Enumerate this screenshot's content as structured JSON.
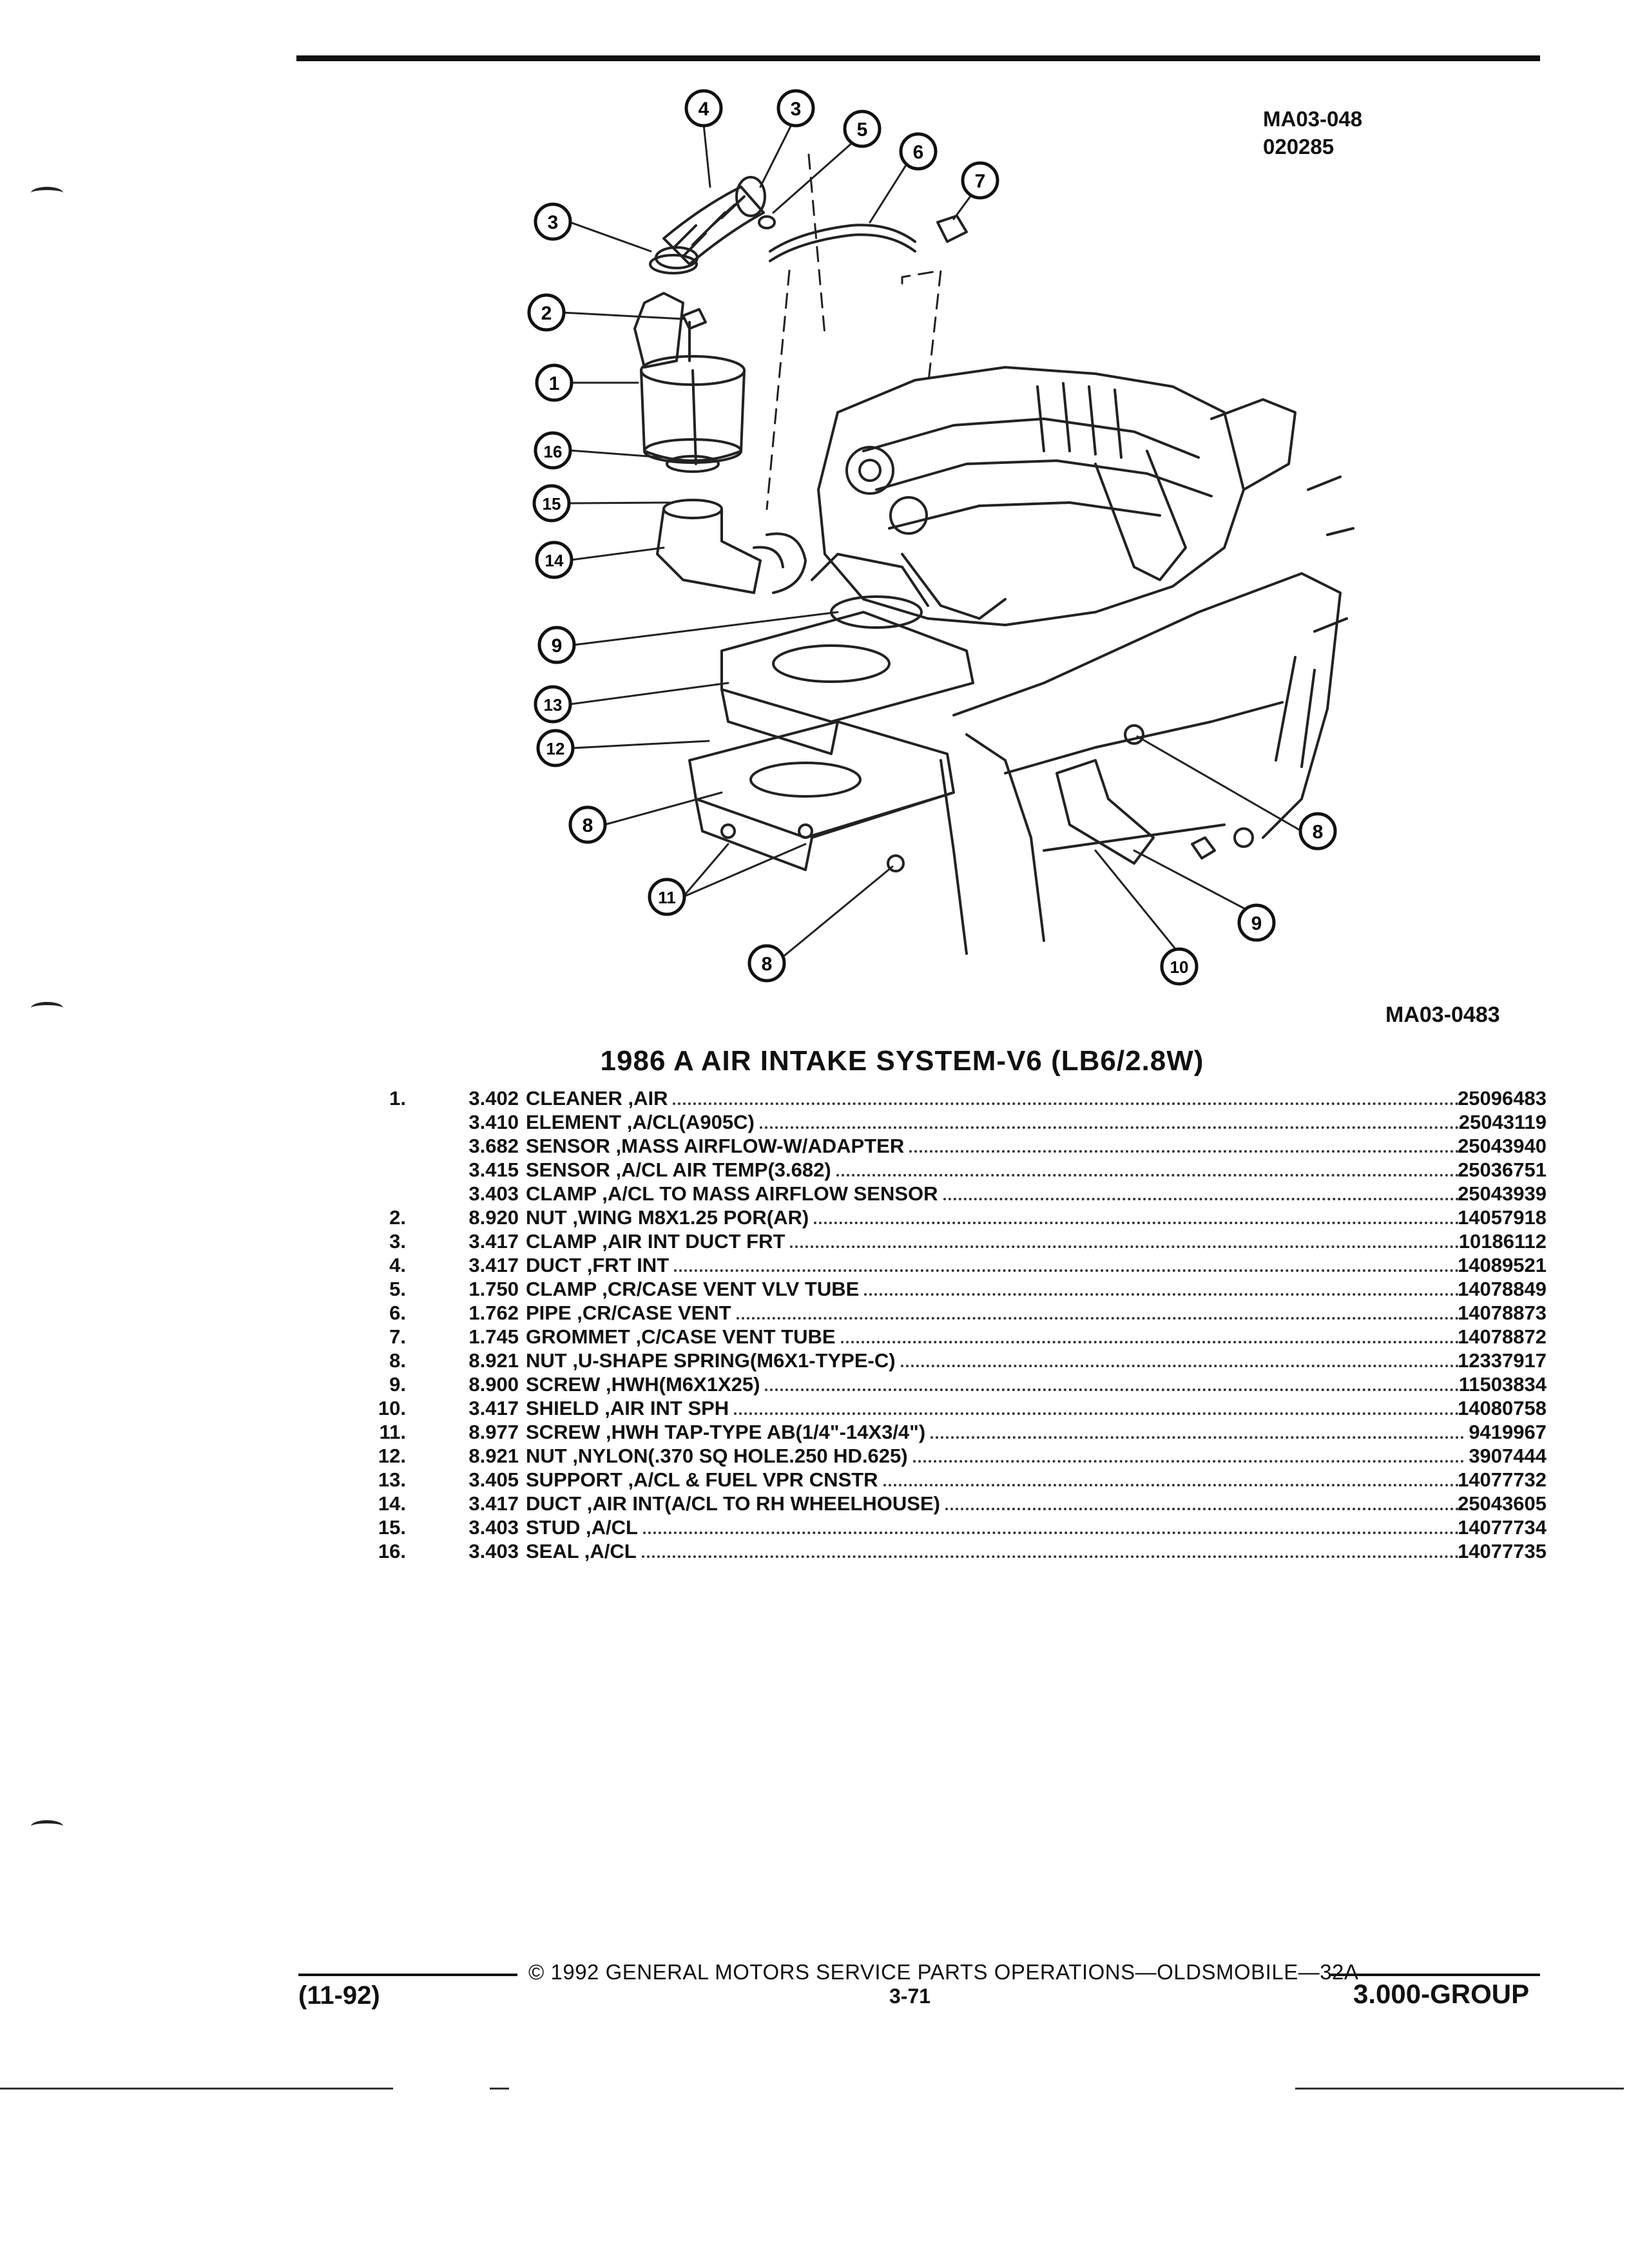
{
  "header": {
    "ref_code_1": "MA03-048",
    "ref_code_2": "020285"
  },
  "figure": {
    "code": "MA03-0483",
    "callouts": [
      "4",
      "3",
      "5",
      "6",
      "7",
      "3",
      "2",
      "1",
      "16",
      "15",
      "14",
      "9",
      "13",
      "12",
      "8",
      "11",
      "8",
      "8",
      "9",
      "10"
    ]
  },
  "title": "1986 A AIR INTAKE SYSTEM-V6 (LB6/2.8W)",
  "parts": [
    {
      "num": "1.",
      "code": "3.402",
      "desc": "CLEANER ,AIR",
      "pn": "25096483"
    },
    {
      "num": "",
      "code": "3.410",
      "desc": "ELEMENT ,A/CL(A905C)",
      "pn": "25043119"
    },
    {
      "num": "",
      "code": "3.682",
      "desc": "SENSOR ,MASS AIRFLOW-W/ADAPTER",
      "pn": "25043940"
    },
    {
      "num": "",
      "code": "3.415",
      "desc": "SENSOR ,A/CL AIR TEMP(3.682)",
      "pn": "25036751"
    },
    {
      "num": "",
      "code": "3.403",
      "desc": "CLAMP ,A/CL TO MASS AIRFLOW SENSOR",
      "pn": "25043939"
    },
    {
      "num": "2.",
      "code": "8.920",
      "desc": "NUT ,WING M8X1.25 POR(AR)",
      "pn": "14057918"
    },
    {
      "num": "3.",
      "code": "3.417",
      "desc": "CLAMP ,AIR INT DUCT FRT",
      "pn": "10186112"
    },
    {
      "num": "4.",
      "code": "3.417",
      "desc": "DUCT ,FRT INT",
      "pn": "14089521"
    },
    {
      "num": "5.",
      "code": "1.750",
      "desc": "CLAMP ,CR/CASE VENT VLV TUBE",
      "pn": "14078849"
    },
    {
      "num": "6.",
      "code": "1.762",
      "desc": "PIPE ,CR/CASE VENT",
      "pn": "14078873"
    },
    {
      "num": "7.",
      "code": "1.745",
      "desc": "GROMMET ,C/CASE VENT TUBE",
      "pn": "14078872"
    },
    {
      "num": "8.",
      "code": "8.921",
      "desc": "NUT ,U-SHAPE SPRING(M6X1-TYPE-C)",
      "pn": "12337917"
    },
    {
      "num": "9.",
      "code": "8.900",
      "desc": "SCREW ,HWH(M6X1X25)",
      "pn": "11503834"
    },
    {
      "num": "10.",
      "code": "3.417",
      "desc": "SHIELD ,AIR INT SPH",
      "pn": "14080758"
    },
    {
      "num": "11.",
      "code": "8.977",
      "desc": "SCREW ,HWH TAP-TYPE AB(1/4\"-14X3/4\")",
      "pn": "9419967"
    },
    {
      "num": "12.",
      "code": "8.921",
      "desc": "NUT ,NYLON(.370 SQ HOLE.250 HD.625)",
      "pn": "3907444"
    },
    {
      "num": "13.",
      "code": "3.405",
      "desc": "SUPPORT ,A/CL & FUEL VPR CNSTR",
      "pn": "14077732"
    },
    {
      "num": "14.",
      "code": "3.417",
      "desc": "DUCT ,AIR INT(A/CL TO RH WHEELHOUSE)",
      "pn": "25043605"
    },
    {
      "num": "15.",
      "code": "3.403",
      "desc": "STUD ,A/CL",
      "pn": "14077734"
    },
    {
      "num": "16.",
      "code": "3.403",
      "desc": "SEAL ,A/CL",
      "pn": "14077735"
    }
  ],
  "footer": {
    "copyright": "© 1992 GENERAL MOTORS SERVICE PARTS OPERATIONS—OLDSMOBILE—32A",
    "date": "(11-92)",
    "page": "3-71",
    "group": "3.000-GROUP"
  }
}
